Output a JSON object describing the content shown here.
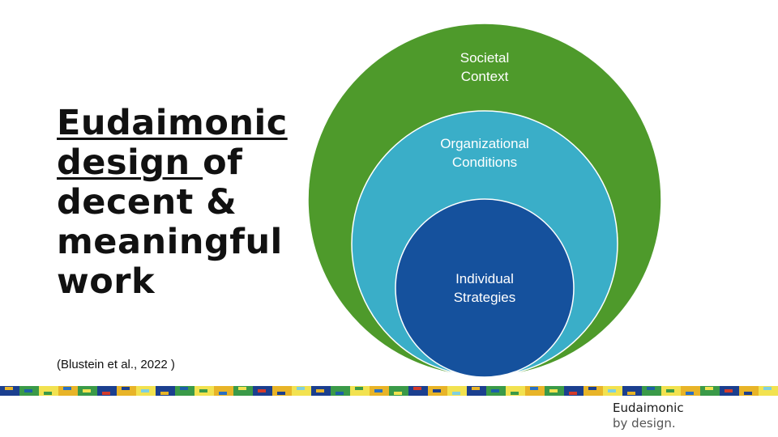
{
  "title": {
    "underlined_line1": "Eudaimonic",
    "underlined_line2": "design ",
    "rest_line2": "of",
    "line3": "decent &",
    "line4": "meaningful",
    "line5": "work"
  },
  "citation": "(Blustein et al., 2022 )",
  "diagram": {
    "outer": {
      "line1": "Societal",
      "line2": "Context",
      "color": "#4e9a2b"
    },
    "middle": {
      "line1": "Organizational",
      "line2": "Conditions",
      "color": "#3aaec8"
    },
    "inner": {
      "line1": "Individual",
      "line2": "Strategies",
      "color": "#15519d"
    }
  },
  "brand": {
    "line1": "Eudaimonic",
    "line2": "by design."
  },
  "band_colors": [
    "#1b3f8f",
    "#2a70c4",
    "#e8b428",
    "#d43a2a",
    "#3a9a48",
    "#7fd0e0",
    "#f2e250",
    "#1c5fa8"
  ]
}
